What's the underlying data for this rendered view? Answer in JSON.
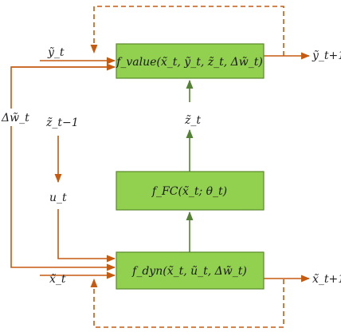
{
  "nodes": {
    "value_fn": "f_value(x̃_t, ỹ_t, z̃_t, Δw̃_t)",
    "fc_fn": "f_FC(x̃_t; θ_t)",
    "dyn_fn": "f_dyn(x̃_t, ũ_t, Δw̃_t)"
  },
  "labels": {
    "y_t": "ỹ_t",
    "y_t1": "ỹ_t+1",
    "z_t": "z̃_t",
    "z_tm1": "z̃_t−1",
    "u_t": "u_t",
    "x_t": "x̃_t",
    "x_t1": "x̃_t+1",
    "dw_t": "Δw̃_t"
  },
  "colors": {
    "box_fill": "#92d050",
    "arrow_orange": "#c55a11",
    "arrow_green": "#548235"
  }
}
